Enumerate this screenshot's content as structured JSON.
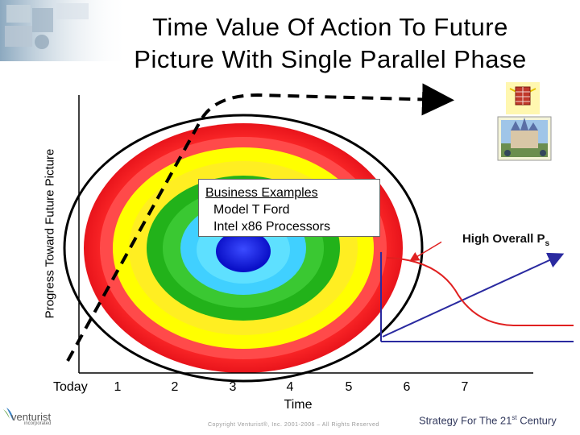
{
  "title": "Time Value Of Action To Future Picture With Single Parallel Phase",
  "y_axis_label": "Progress Toward Future Picture",
  "x_axis": {
    "start_label": "Today",
    "ticks": [
      "1",
      "2",
      "3",
      "4",
      "5",
      "6",
      "7"
    ],
    "label": "Time"
  },
  "examples_box": {
    "header": "Business Examples",
    "items": [
      "Model T Ford",
      "Intel x86 Processors"
    ]
  },
  "callout": {
    "text": "High Overall P",
    "subscript": "s"
  },
  "footer": {
    "tagline_prefix": "Strategy For The 21",
    "tagline_sup": "st",
    "tagline_suffix": " Century",
    "copyright": "Copyright Venturist®, Inc. 2001-2006 – All Rights Reserved",
    "logo": "venturist",
    "logo_sub": "incorporated"
  },
  "colors": {
    "ring_red": "#e8141b",
    "ring_yellow": "#ffff00",
    "ring_green": "#22b21a",
    "ring_cyan": "#40d0ff",
    "core_blue": "#0a10c8",
    "navy_line": "#2a2aa0",
    "red_curve": "#e02020"
  }
}
